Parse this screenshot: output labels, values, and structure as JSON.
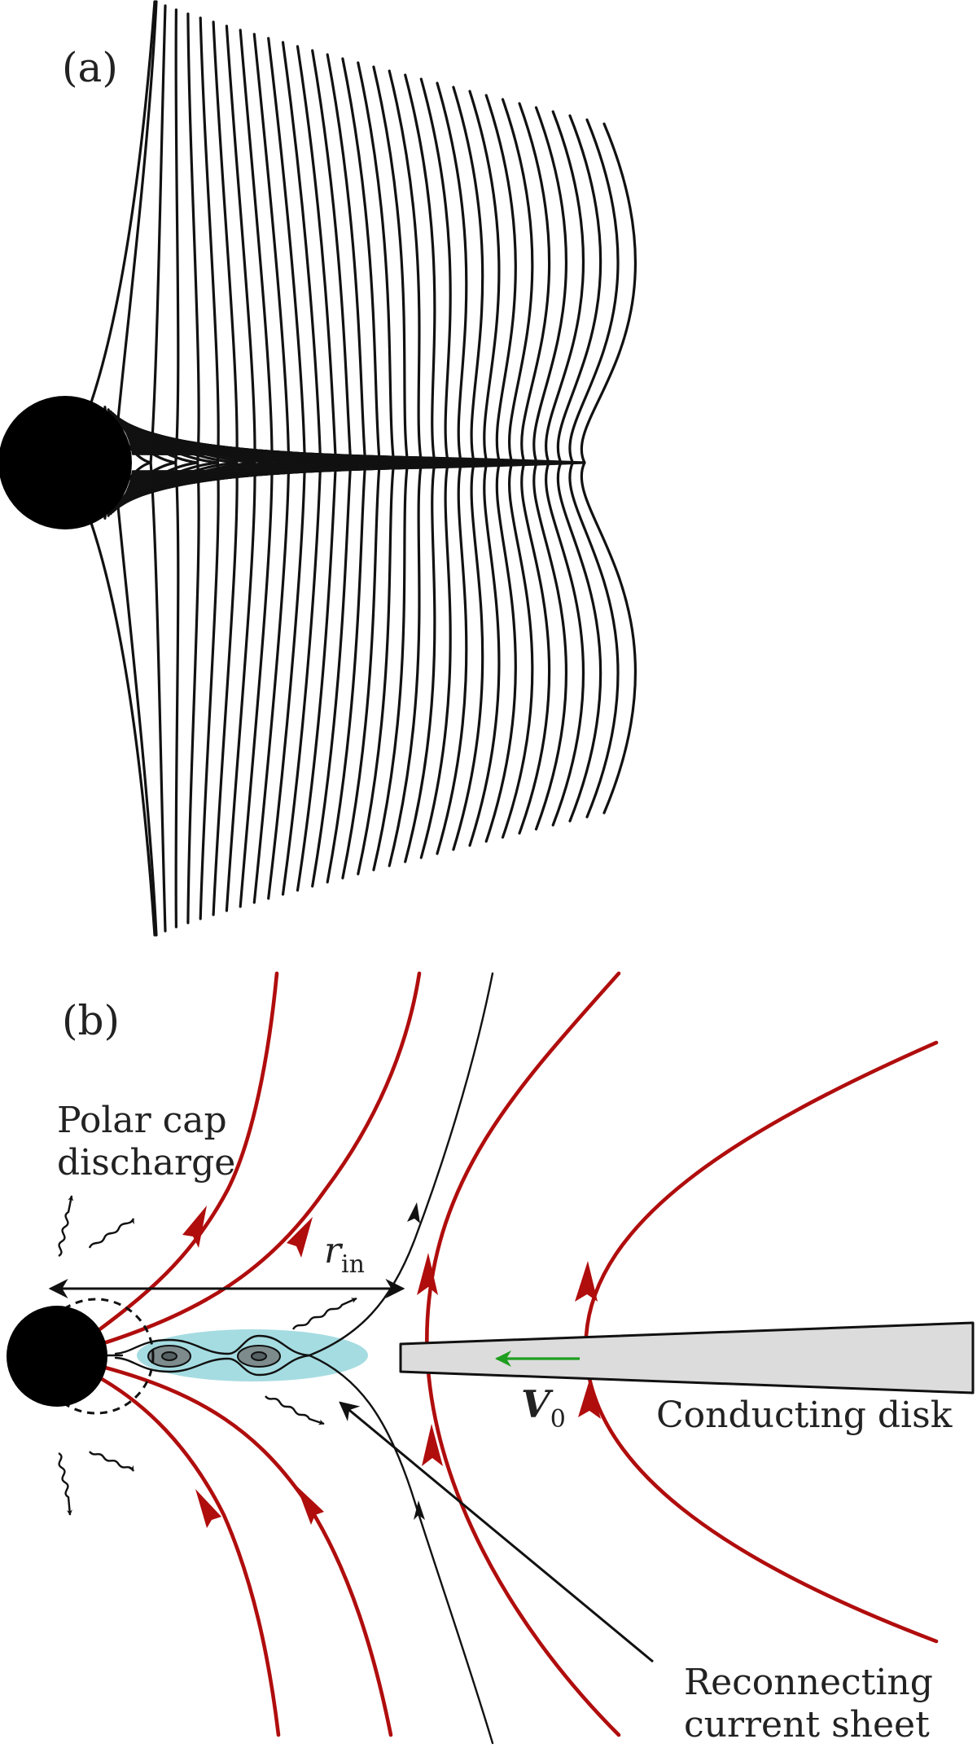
{
  "panel_a": {
    "label": "(a)"
  },
  "panel_b": {
    "label": "(b)",
    "polar_cap_line1": "Polar cap",
    "polar_cap_line2": "discharge",
    "r_in_symbol": "r",
    "r_in_subscript": "in",
    "velocity_symbol": "V",
    "velocity_subscript": "0",
    "conducting_disk": "Conducting disk",
    "reconnecting_line1": "Reconnecting",
    "reconnecting_line2": "current sheet"
  },
  "colors": {
    "ink": "#111111",
    "field_line_red": "#b00d0d",
    "plasmoid_region": "#8fd3d9",
    "plasmoid_fill": "#7d8b8d",
    "disk_fill": "#dcdcdc",
    "velocity_arrow": "#1e9e1e"
  }
}
